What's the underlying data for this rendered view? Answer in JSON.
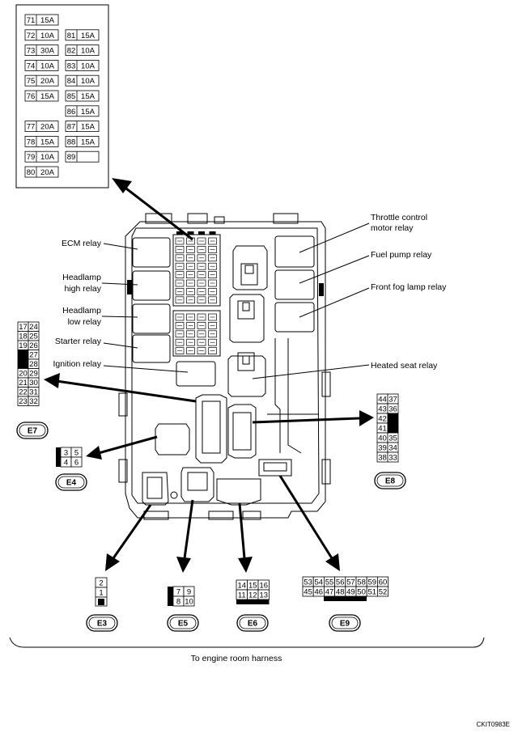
{
  "fuse_table": {
    "rows": [
      {
        "left": {
          "no": "71",
          "amp": "15A"
        },
        "right": null
      },
      {
        "left": {
          "no": "72",
          "amp": "10A"
        },
        "right": {
          "no": "81",
          "amp": "15A"
        }
      },
      {
        "left": {
          "no": "73",
          "amp": "30A"
        },
        "right": {
          "no": "82",
          "amp": "10A"
        }
      },
      {
        "left": {
          "no": "74",
          "amp": "10A"
        },
        "right": {
          "no": "83",
          "amp": "10A"
        }
      },
      {
        "left": {
          "no": "75",
          "amp": "20A"
        },
        "right": {
          "no": "84",
          "amp": "10A"
        }
      },
      {
        "left": {
          "no": "76",
          "amp": "15A"
        },
        "right": {
          "no": "85",
          "amp": "15A"
        }
      },
      {
        "left": null,
        "right": {
          "no": "86",
          "amp": "15A"
        }
      },
      {
        "left": {
          "no": "77",
          "amp": "20A"
        },
        "right": {
          "no": "87",
          "amp": "15A"
        }
      },
      {
        "left": {
          "no": "78",
          "amp": "15A"
        },
        "right": {
          "no": "88",
          "amp": "15A"
        }
      },
      {
        "left": {
          "no": "79",
          "amp": "10A"
        },
        "right": {
          "no": "89",
          "amp": ""
        }
      },
      {
        "left": {
          "no": "80",
          "amp": "20A"
        },
        "right": null
      }
    ]
  },
  "labels": {
    "ecm_relay": "ECM relay",
    "headlamp_high_1": "Headlamp",
    "headlamp_high_2": "high relay",
    "headlamp_low_1": "Headlamp",
    "headlamp_low_2": "low relay",
    "starter_relay": "Starter relay",
    "ignition_relay": "Ignition relay",
    "throttle_1": "Throttle control",
    "throttle_2": "motor relay",
    "fuel_pump": "Fuel pump relay",
    "front_fog": "Front fog lamp relay",
    "heated_seat": "Heated seat relay",
    "harness": "To engine room harness",
    "figure_id": "CKIT0983E"
  },
  "connectors": {
    "e7": {
      "name": "E7",
      "rows": [
        [
          "17",
          "24"
        ],
        [
          "18",
          "25"
        ],
        [
          "19",
          "26"
        ],
        [
          "",
          "27"
        ],
        [
          "",
          "28"
        ],
        [
          "20",
          "29"
        ],
        [
          "21",
          "30"
        ],
        [
          "22",
          "31"
        ],
        [
          "23",
          "32"
        ]
      ]
    },
    "e4": {
      "name": "E4",
      "rows": [
        [
          "3",
          "5"
        ],
        [
          "4",
          "6"
        ]
      ]
    },
    "e8": {
      "name": "E8",
      "rows": [
        [
          "44",
          "37"
        ],
        [
          "43",
          "36"
        ],
        [
          "42",
          ""
        ],
        [
          "41",
          ""
        ],
        [
          "40",
          "35"
        ],
        [
          "39",
          "34"
        ],
        [
          "38",
          "33"
        ]
      ]
    },
    "e3": {
      "name": "E3",
      "cells": [
        "2",
        "1"
      ]
    },
    "e5": {
      "name": "E5",
      "rows": [
        [
          "7",
          "9"
        ],
        [
          "8",
          "10"
        ]
      ]
    },
    "e6": {
      "name": "E6",
      "rows": [
        [
          "14",
          "15",
          "16"
        ],
        [
          "11",
          "12",
          "13"
        ]
      ]
    },
    "e9": {
      "name": "E9",
      "rows": [
        [
          "53",
          "54",
          "55",
          "56",
          "57",
          "58",
          "59",
          "60"
        ],
        [
          "45",
          "46",
          "47",
          "48",
          "49",
          "50",
          "51",
          "52"
        ]
      ]
    }
  }
}
